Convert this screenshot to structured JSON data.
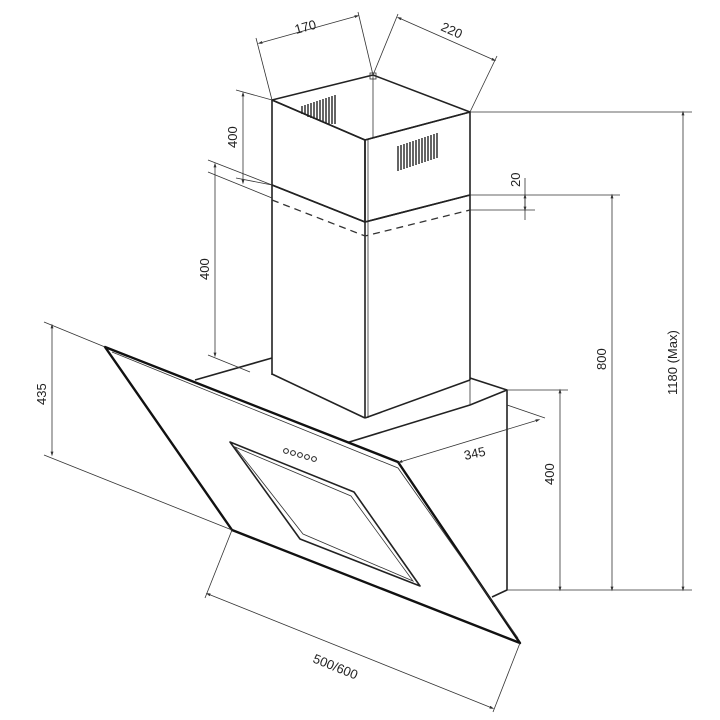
{
  "title": "Range hood dimension drawing",
  "dimensions": {
    "chimney_width": "170",
    "chimney_depth": "220",
    "upper_chimney_height": "400",
    "lower_chimney_height": "400",
    "overlap": "20",
    "min_height": "800",
    "max_height": "1180 (Max)",
    "panel_height": "435",
    "body_depth": "345",
    "body_height": "400",
    "width": "500/600"
  },
  "colors": {
    "line": "#222222",
    "background": "#ffffff"
  }
}
